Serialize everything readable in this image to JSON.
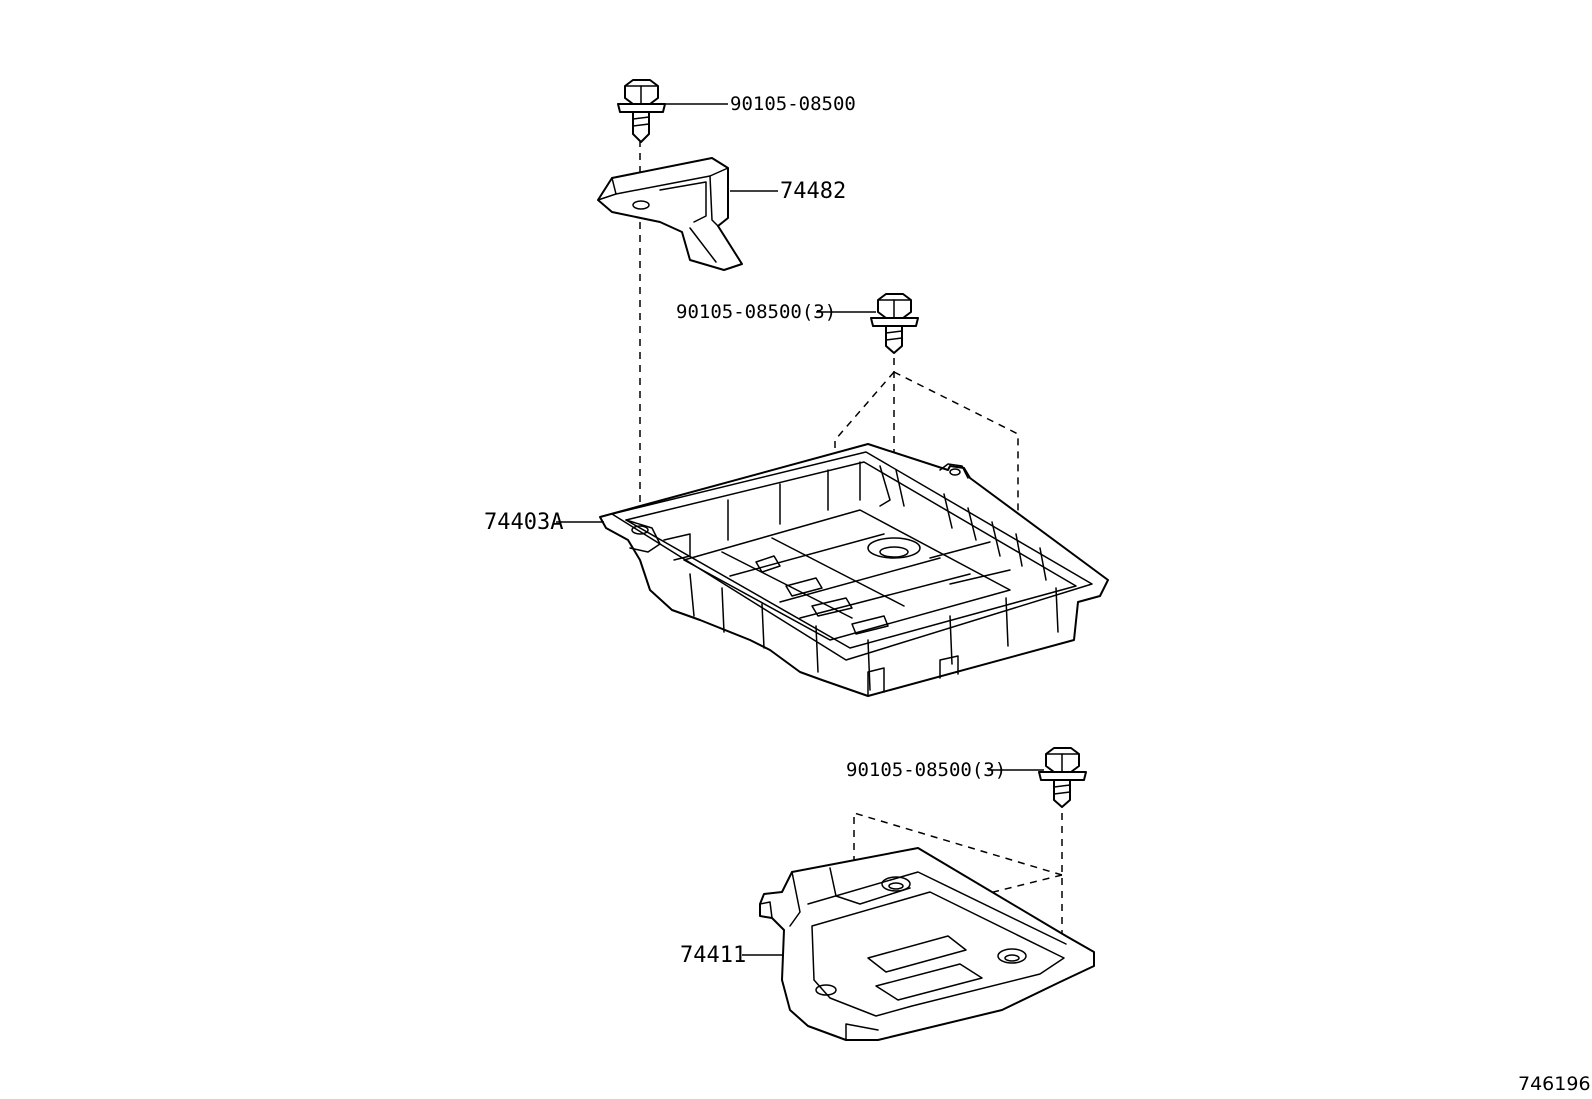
{
  "diagram": {
    "labels": {
      "top_bolt": "90105-08500",
      "clamp": "74482",
      "tray_bolts": "90105-08500(3)",
      "tray": "74403A",
      "lower_bolts": "90105-08500(3)",
      "lower_plate": "74411"
    },
    "figure_id": "746196"
  }
}
